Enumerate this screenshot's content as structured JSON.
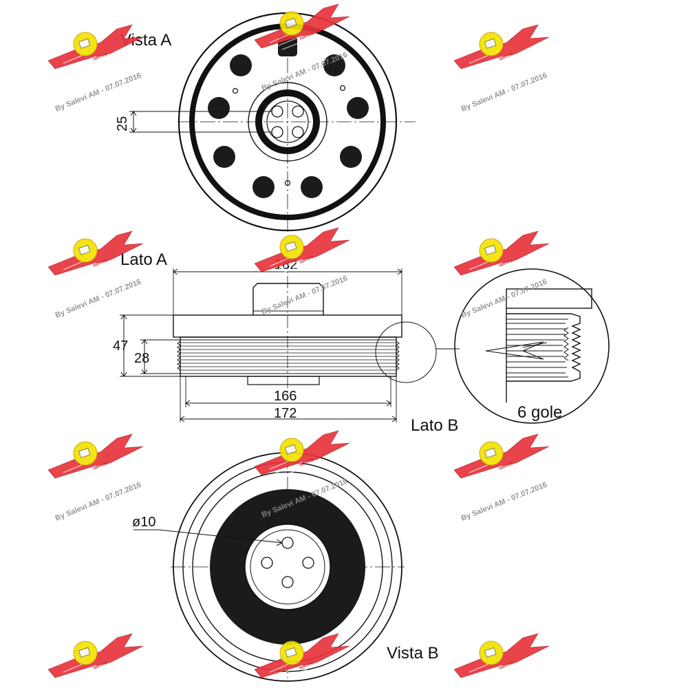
{
  "views": {
    "vista_a": "Vista A",
    "lato_a": "Lato A",
    "lato_b": "Lato B",
    "vista_b": "Vista B"
  },
  "dimensions": {
    "bolt_spacing": "25",
    "outer_diameter": "182",
    "total_height": "47",
    "belt_width": "28",
    "groove_diameter": "166",
    "outer_groove_diameter": "172",
    "hole_diameter": "ø10",
    "grooves": "6 gole"
  },
  "watermark": {
    "text": "By Salevi AM - 07.07.2016",
    "logo_text": "AUTOKIT",
    "logo_color": "#e8333b",
    "badge_color": "#f2e200"
  },
  "colors": {
    "line": "#111111",
    "dark_fill": "#1b1b1b"
  }
}
